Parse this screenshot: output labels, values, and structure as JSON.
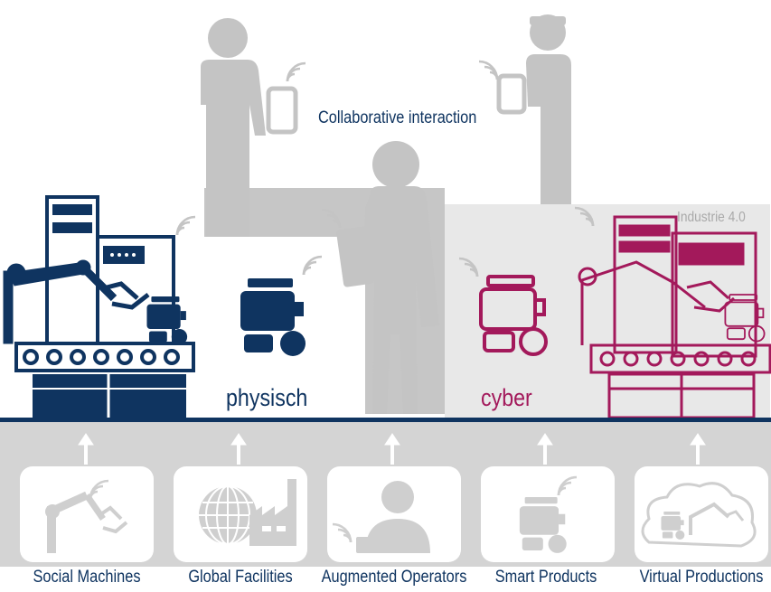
{
  "labels": {
    "collaborative": "Collaborative interaction",
    "industrie": "Industrie 4.0",
    "physisch": "physisch",
    "cyber": "cyber"
  },
  "categories": [
    {
      "label": "Social Machines",
      "icon": "robot-arm-icon"
    },
    {
      "label": "Global Facilities",
      "icon": "globe-factory-icon"
    },
    {
      "label": "Augmented Operators",
      "icon": "operator-icon"
    },
    {
      "label": "Smart Products",
      "icon": "smart-product-icon"
    },
    {
      "label": "Virtual Productions",
      "icon": "cloud-production-icon"
    }
  ],
  "colors": {
    "navy": "#0f3460",
    "magenta": "#a3195b",
    "gray": "#c4c4c4",
    "band": "#d3d3d3"
  }
}
